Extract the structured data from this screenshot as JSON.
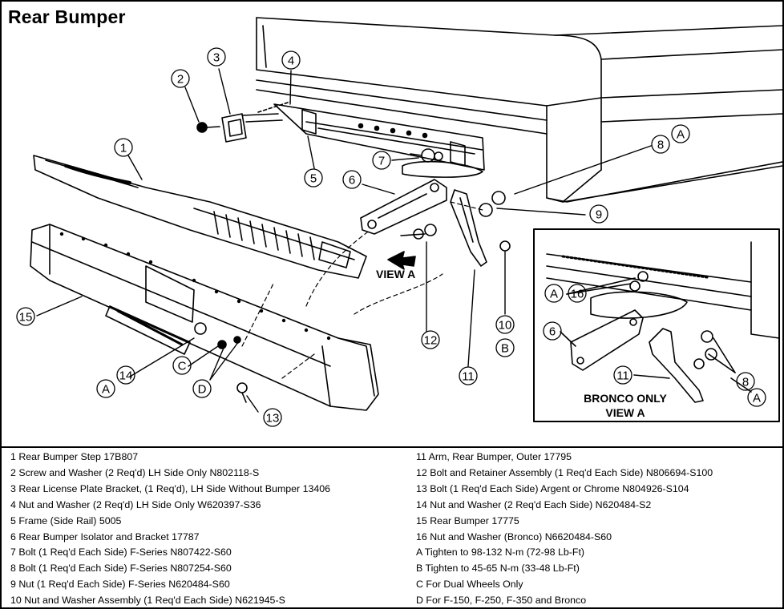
{
  "title": "Rear Bumper",
  "callouts": {
    "c1": "1",
    "c2": "2",
    "c3": "3",
    "c4": "4",
    "c5": "5",
    "c6": "6",
    "c7": "7",
    "c8": "8",
    "c9": "9",
    "c10": "10",
    "c11": "11",
    "c12": "12",
    "c13": "13",
    "c14": "14",
    "c15": "15",
    "c16": "16",
    "cA_top": "A",
    "cA_left": "A",
    "cA_inset": "A",
    "cA_inset2": "A",
    "cB": "B",
    "cC": "C",
    "cD": "D",
    "c6_inset": "6",
    "c11_inset": "11",
    "c8_inset": "8"
  },
  "view_a_label": "VIEW A",
  "inset_label_line1": "BRONCO ONLY",
  "inset_label_line2": "VIEW A",
  "legend_left": [
    "1 Rear Bumper Step    17B807",
    "2 Screw and Washer (2 Req'd) LH Side Only    N802118-S",
    "3 Rear License Plate Bracket, (1 Req'd), LH Side Without Bumper    13406",
    "4 Nut and Washer (2 Req'd) LH Side Only    W620397-S36",
    "5 Frame (Side Rail)    5005",
    "6 Rear Bumper Isolator and Bracket    17787",
    "7 Bolt (1 Req'd Each Side) F-Series    N807422-S60",
    "8 Bolt (1 Req'd Each Side) F-Series    N807254-S60",
    "9 Nut (1 Req'd Each Side) F-Series    N620484-S60",
    "10 Nut and Washer Assembly (1 Req'd Each Side)    N621945-S"
  ],
  "legend_right": [
    "11 Arm, Rear Bumper, Outer    17795",
    "12 Bolt and Retainer Assembly (1 Req'd Each Side)    N806694-S100",
    "13 Bolt (1 Req'd Each Side) Argent or Chrome    N804926-S104",
    "14 Nut and Washer (2 Req'd Each Side)    N620484-S2",
    "15 Rear Bumper    17775",
    "16 Nut and Washer (Bronco)    N6620484-S60",
    "A Tighten to 98-132 N-m (72-98 Lb-Ft)",
    "B Tighten to 45-65 N-m (33-48 Lb-Ft)",
    "C For Dual Wheels Only",
    "D For F-150, F-250, F-350 and Bronco"
  ]
}
